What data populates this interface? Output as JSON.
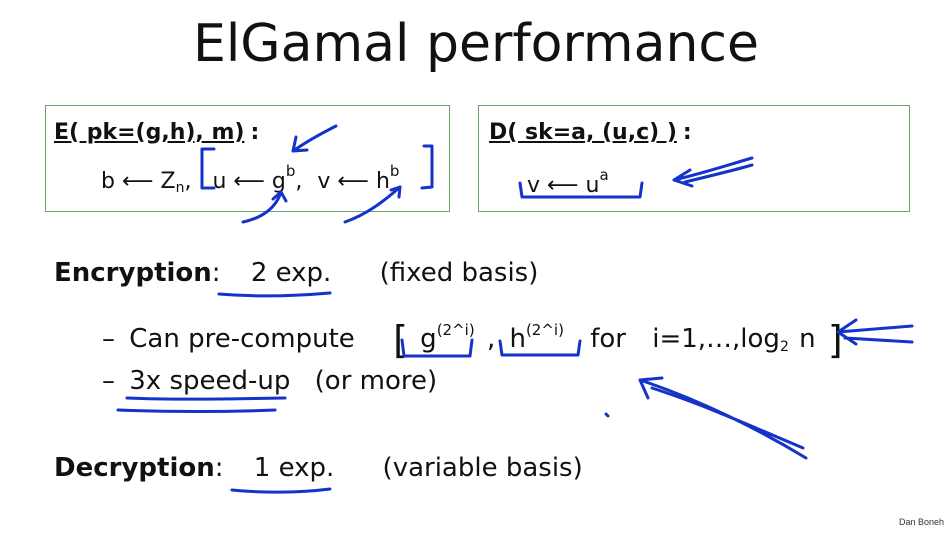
{
  "slide": {
    "title": "ElGamal performance",
    "credit": "Dan Boneh"
  },
  "enc_box": {
    "header": "E( pk=(g,h),  m)",
    "colon": ":",
    "b_lhs": "b ⟵ Z",
    "b_sub": "n",
    "comma1": ",",
    "u_part": "u ⟵ g",
    "u_sup": "b",
    "comma2": ",",
    "v_part": "v ⟵ h",
    "v_sup": "b"
  },
  "dec_box": {
    "header": "D( sk=a, (u,c) )",
    "colon": ":",
    "v_part": "v ⟵ u",
    "v_sup": "a"
  },
  "encryption": {
    "label": "Encryption",
    "colon": ":",
    "count": "2 exp.",
    "note": "(fixed basis)",
    "bullet1": {
      "dash": "–",
      "text": "Can pre-compute",
      "open": "[",
      "g": "g",
      "g_sup": "(2^i)",
      "comma": ",",
      "h": "h",
      "h_sup": "(2^i)",
      "for": "for",
      "range": "i=1,…,log",
      "log_sub": "2",
      "n": "n",
      "close": "]"
    },
    "bullet2": {
      "dash": "–",
      "speed": "3x speed-up",
      "more": "(or more)"
    }
  },
  "decryption": {
    "label": "Decryption",
    "colon": ":",
    "count": "1 exp.",
    "note": "(variable basis)"
  },
  "ink_color": "#1533c9",
  "box_border_color": "#6aa36a"
}
